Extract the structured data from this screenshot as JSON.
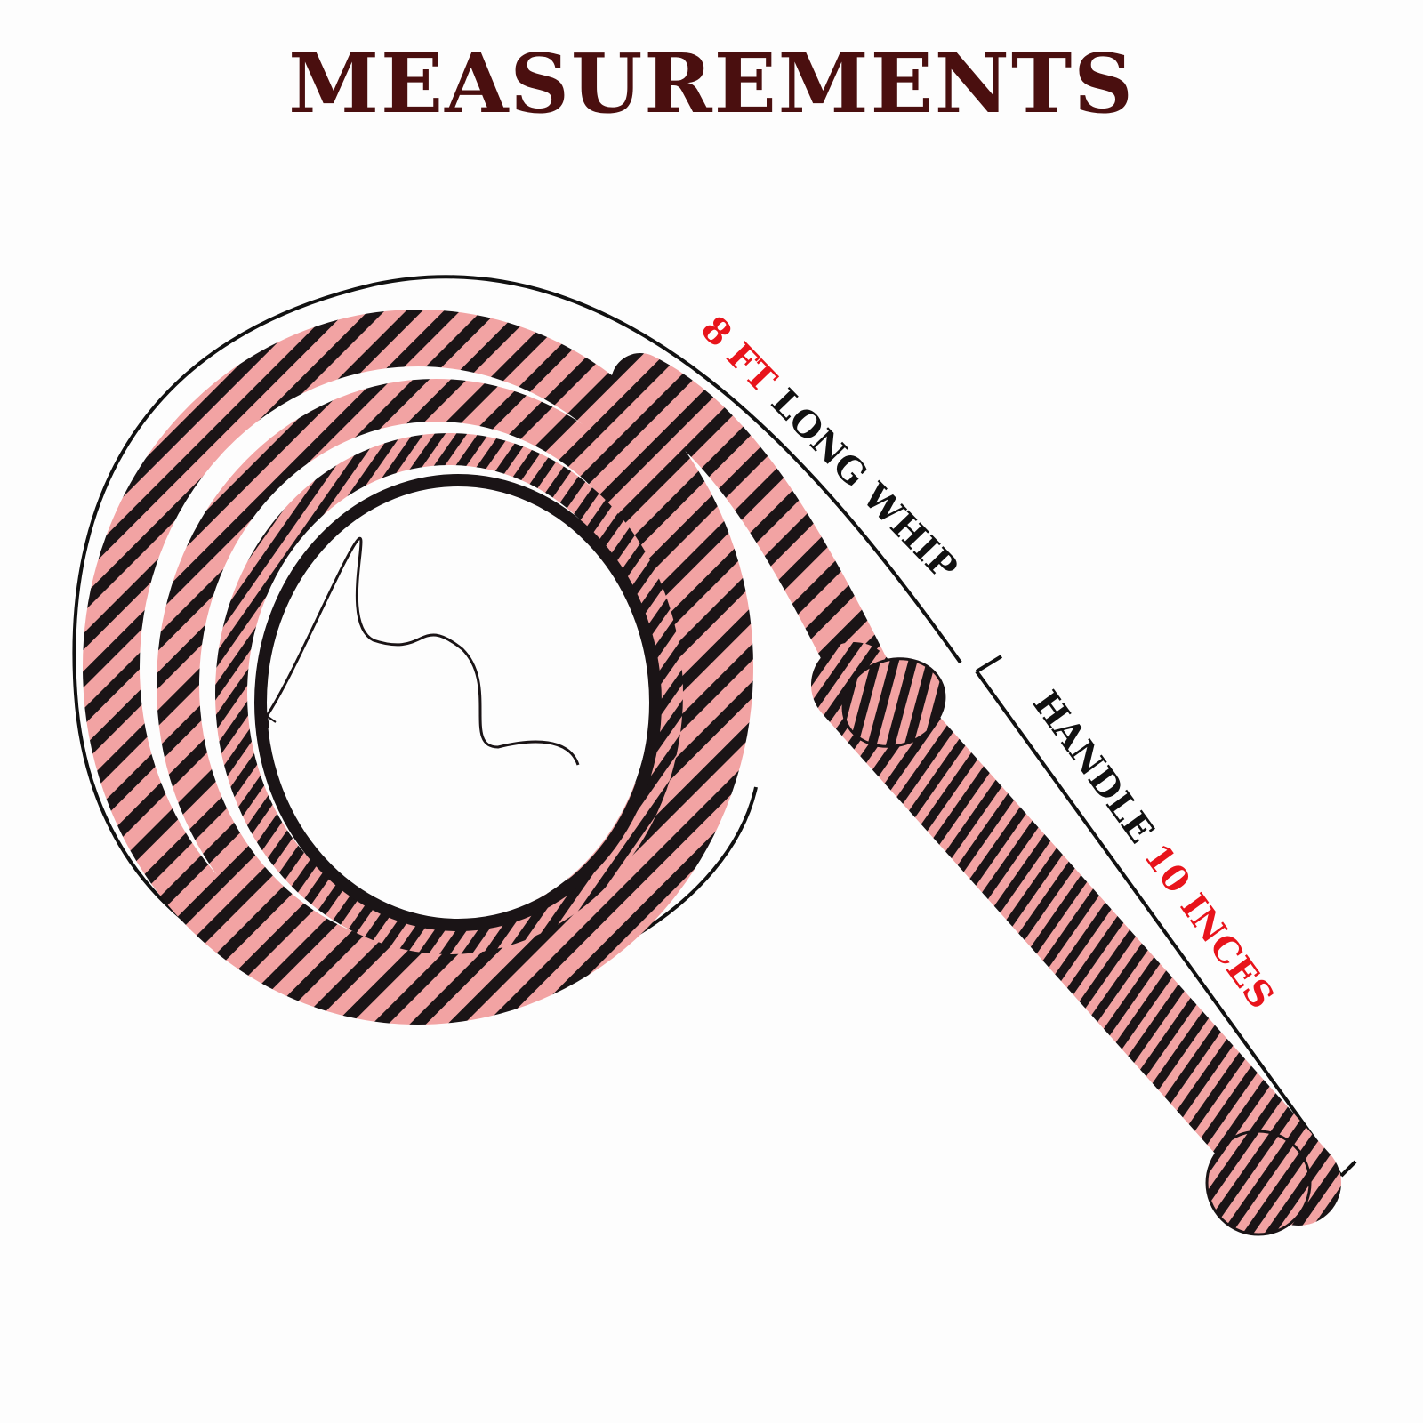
{
  "title": "MEASUREMENTS",
  "whip_label": {
    "value": "8 FT",
    "text": " LONG WHIP"
  },
  "handle_label": {
    "text": "HANDLE ",
    "value": " 10 INCES"
  },
  "colors": {
    "title": "#4a0f0f",
    "value_highlight": "#e8141b",
    "label_text": "#111111",
    "braid_pink": "#f2a3a3",
    "braid_black": "#1a1416",
    "measure_line": "#111111"
  }
}
